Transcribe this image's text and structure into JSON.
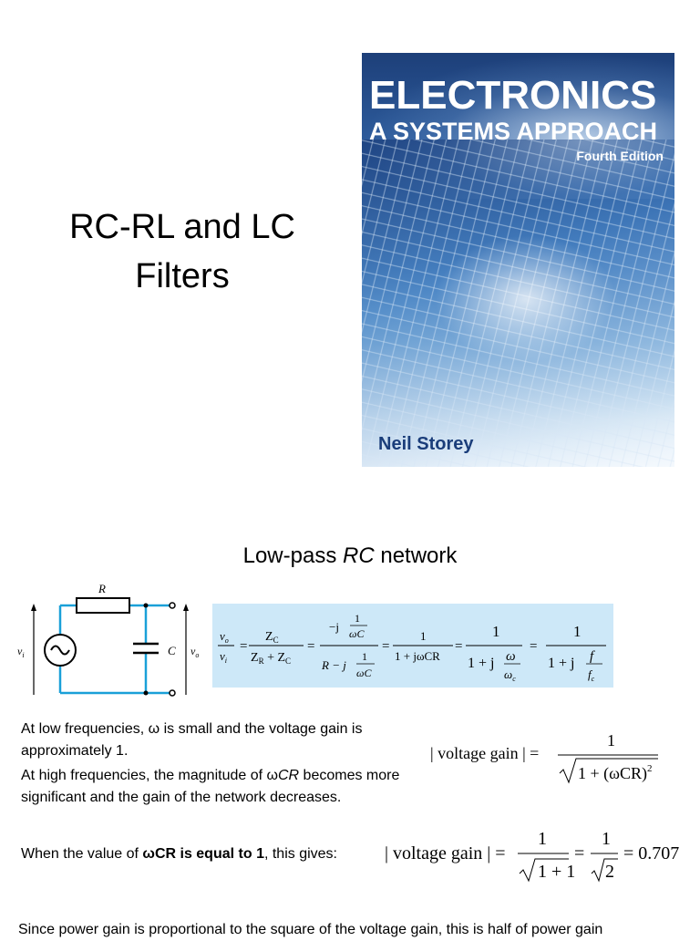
{
  "slide1": {
    "title_line1": "RC-RL and LC",
    "title_line2": "Filters",
    "book": {
      "title_line1": "ELECTRONICS",
      "title_line2": "A SYSTEMS APPROACH",
      "edition": "Fourth Edition",
      "author": "Neil Storey"
    }
  },
  "slide2": {
    "heading_pre": "Low-pass ",
    "heading_em": "RC",
    "heading_post": " network",
    "circuit": {
      "r_label": "R",
      "c_label": "C",
      "vi_label": "v",
      "vi_sub": "i",
      "vo_label": "v",
      "vo_sub": "o"
    },
    "formula": {
      "vo": "v",
      "vo_sub": "o",
      "vi": "v",
      "vi_sub": "i",
      "zc": "Z",
      "zc_sub": "C",
      "zr_plus_zc": "Z",
      "zr_sub": "R",
      "plus": " + Z",
      "zc2_sub": "C",
      "eq": "=",
      "neg_j": "−j",
      "one": "1",
      "omega_c": "ωC",
      "r_minus_j": "R − j",
      "one_plus_jwcr": "1 + jωCR",
      "one_plus_j": "1 + j",
      "omega": "ω",
      "omega_sub": "c",
      "f": "f",
      "f_sub": "c"
    },
    "para1": "At low frequencies, ω is small and the voltage gain is approximately 1.",
    "para2_pre": "At high frequencies, the magnitude of ω",
    "para2_em": "CR",
    "para2_post": " becomes more significant and the gain of the network decreases.",
    "eq1": {
      "lhs": "| voltage gain | =",
      "num": "1",
      "den_pre": "1 + (ωCR)",
      "den_sup": "2"
    },
    "para3_pre": "When the value of ",
    "para3_bold": "ωCR is equal to 1",
    "para3_post": ", this gives:",
    "eq2": {
      "lhs": "| voltage gain | =",
      "num1": "1",
      "den1": "1 + 1",
      "eq": "=",
      "num2": "1",
      "den2": "2",
      "result": "= 0.707"
    },
    "para4": "Since power gain is proportional to the square of the voltage gain, this is half of power gain"
  }
}
